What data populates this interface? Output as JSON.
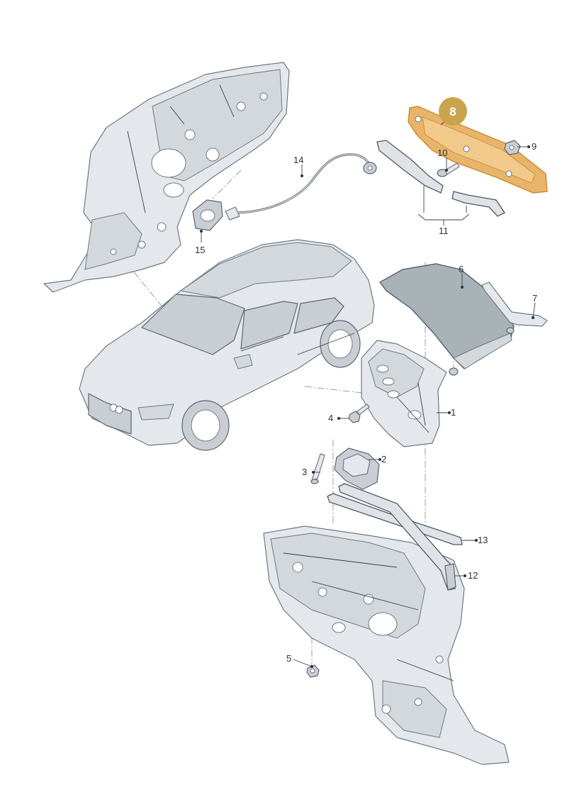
{
  "highlight": {
    "number": "8",
    "color": "#e8b46a"
  },
  "labels": [
    {
      "id": "part-1",
      "text": "1"
    },
    {
      "id": "part-2",
      "text": "2"
    },
    {
      "id": "part-3",
      "text": "3"
    },
    {
      "id": "part-4",
      "text": "4"
    },
    {
      "id": "part-5",
      "text": "5"
    },
    {
      "id": "part-6",
      "text": "6"
    },
    {
      "id": "part-7",
      "text": "7"
    },
    {
      "id": "part-9",
      "text": "9"
    },
    {
      "id": "part-10",
      "text": "10"
    },
    {
      "id": "part-11",
      "text": "11"
    },
    {
      "id": "part-12",
      "text": "12"
    },
    {
      "id": "part-13",
      "text": "13"
    },
    {
      "id": "part-14",
      "text": "14"
    },
    {
      "id": "part-15",
      "text": "15"
    }
  ]
}
